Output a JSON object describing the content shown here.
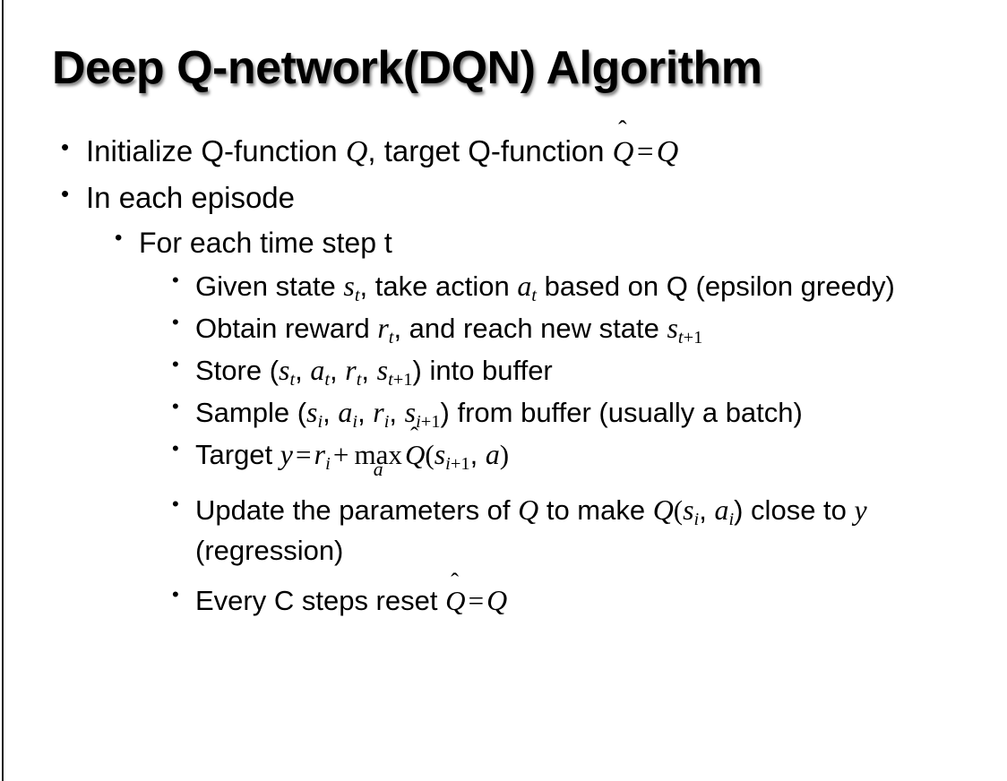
{
  "slide": {
    "title": "Deep Q-network(DQN) Algorithm",
    "bullet_glyph": "•",
    "background_color": "#ffffff",
    "text_color": "#000000",
    "edge_rule_color": "#1a1a1a",
    "bullets": [
      {
        "level": 1,
        "name": "bullet-initialize",
        "text": "Initialize Q-function Q, target Q-function Q̂ = Q"
      },
      {
        "level": 1,
        "name": "bullet-in-each-episode",
        "text": "In each episode"
      },
      {
        "level": 2,
        "name": "bullet-for-each-time-step",
        "text": "For each time step t"
      },
      {
        "level": 3,
        "name": "bullet-given-state",
        "text": "Given state sₜ, take action aₜ based on Q (epsilon greedy)"
      },
      {
        "level": 3,
        "name": "bullet-obtain-reward",
        "text": "Obtain reward rₜ, and reach new state sₜ₊₁"
      },
      {
        "level": 3,
        "name": "bullet-store-buffer",
        "text": "Store (sₜ, aₜ, rₜ, sₜ₊₁) into buffer"
      },
      {
        "level": 3,
        "name": "bullet-sample-buffer",
        "text": "Sample (sᵢ, aᵢ, rᵢ, sᵢ₊₁) from buffer (usually a batch)"
      },
      {
        "level": 3,
        "name": "bullet-target",
        "text": "Target y = rᵢ + maxₐ Q̂(sᵢ₊₁, a)"
      },
      {
        "level": 3,
        "name": "bullet-update-parameters",
        "text": "Update the parameters of Q to make Q(sᵢ, aᵢ) close to y (regression)"
      },
      {
        "level": 3,
        "name": "bullet-reset-target",
        "text": "Every C steps reset Q̂ = Q"
      }
    ],
    "tokens": {
      "initialize_pre": "Initialize Q-function ",
      "initialize_mid": ", target Q-function ",
      "in_each_episode": "In each episode",
      "for_each_time_step": "For each time step t",
      "given_pre": "Given state ",
      "given_mid": ", take action ",
      "given_post": " based on Q (epsilon greedy)",
      "obtain_pre": "Obtain reward ",
      "obtain_mid": ", and reach new state ",
      "store_pre": "Store (",
      "store_post": ") into buffer",
      "sample_pre": "Sample (",
      "sample_post": ") from buffer (usually a batch)",
      "target_pre": "Target ",
      "update_pre": "Update the parameters of ",
      "update_mid": " to make ",
      "update_post": ") close to ",
      "update_end": " (regression)",
      "every_pre": "Every C steps reset ",
      "comma": ", ",
      "open_paren": "(",
      "close_paren": ")",
      "equals": "=",
      "plus": "+",
      "max": "max",
      "sym_Q": "Q",
      "sym_s": "s",
      "sym_a": "a",
      "sym_r": "r",
      "sym_y": "y",
      "sub_t": "t",
      "sub_i": "i",
      "sub_t_plus_1": "t+1",
      "sub_i_plus_1": "i+1",
      "hat_accent": "ˆ"
    }
  }
}
